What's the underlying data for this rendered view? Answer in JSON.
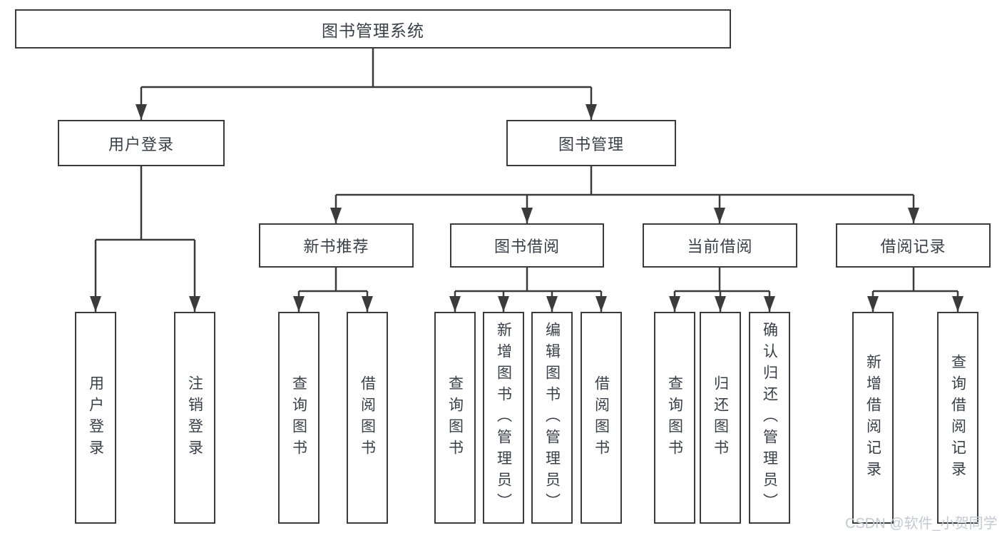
{
  "tree": {
    "label": "图书管理系统",
    "children": [
      {
        "label": "用户登录",
        "children": [
          {
            "label": "用户登录"
          },
          {
            "label": "注销登录"
          }
        ]
      },
      {
        "label": "图书管理",
        "children": [
          {
            "label": "新书推荐",
            "children": [
              {
                "label": "查询图书"
              },
              {
                "label": "借阅图书"
              }
            ]
          },
          {
            "label": "图书借阅",
            "children": [
              {
                "label": "查询图书"
              },
              {
                "label": "新增图书（管理员）"
              },
              {
                "label": "编辑图书（管理员）"
              },
              {
                "label": "借阅图书"
              }
            ]
          },
          {
            "label": "当前借阅",
            "children": [
              {
                "label": "查询图书"
              },
              {
                "label": "归还图书"
              },
              {
                "label": "确认归还（管理员）"
              }
            ]
          },
          {
            "label": "借阅记录",
            "children": [
              {
                "label": "新增借阅记录"
              },
              {
                "label": "查询借阅记录"
              }
            ]
          }
        ]
      }
    ]
  },
  "watermark": {
    "text": "CSDN @软件_小贺同学"
  },
  "colors": {
    "line": "#3b3b3b",
    "box_border": "#3b3b3b",
    "text": "#3a3e46",
    "watermark": "#c6c8d2",
    "background": "#ffffff"
  }
}
